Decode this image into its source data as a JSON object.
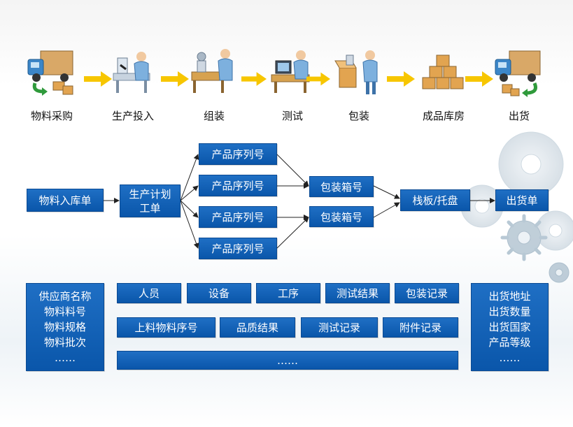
{
  "colors": {
    "box_blue": "#0a5fb4",
    "arrow_yellow": "#f7c600",
    "line": "#222222"
  },
  "stages": [
    {
      "label": "物料采购",
      "icon": "delivery-truck-icon"
    },
    {
      "label": "生产投入",
      "icon": "microscope-worker-icon"
    },
    {
      "label": "组装",
      "icon": "assembly-worker-icon"
    },
    {
      "label": "测试",
      "icon": "testing-worker-icon"
    },
    {
      "label": "包装",
      "icon": "packaging-worker-icon"
    },
    {
      "label": "成品库房",
      "icon": "stacked-boxes-icon"
    },
    {
      "label": "出货",
      "icon": "delivery-truck-icon"
    }
  ],
  "flow": {
    "material_in": "物料入库单",
    "production_plan_line1": "生产计划",
    "production_plan_line2": "工单",
    "serials": [
      "产品序列号",
      "产品序列号",
      "产品序列号",
      "产品序列号"
    ],
    "cartons": [
      "包装箱号",
      "包装箱号"
    ],
    "pallet": "栈板/托盘",
    "shipment": "出货单"
  },
  "bottom": {
    "left": [
      "供应商名称",
      "物料料号",
      "物料规格",
      "物料批次",
      "……"
    ],
    "row1": [
      "人员",
      "设备",
      "工序",
      "测试结果",
      "包装记录"
    ],
    "row2": [
      "上料物料序号",
      "品质结果",
      "测试记录",
      "附件记录"
    ],
    "row3": "……",
    "right": [
      "出货地址",
      "出货数量",
      "出货国家",
      "产品等级",
      "……"
    ]
  }
}
